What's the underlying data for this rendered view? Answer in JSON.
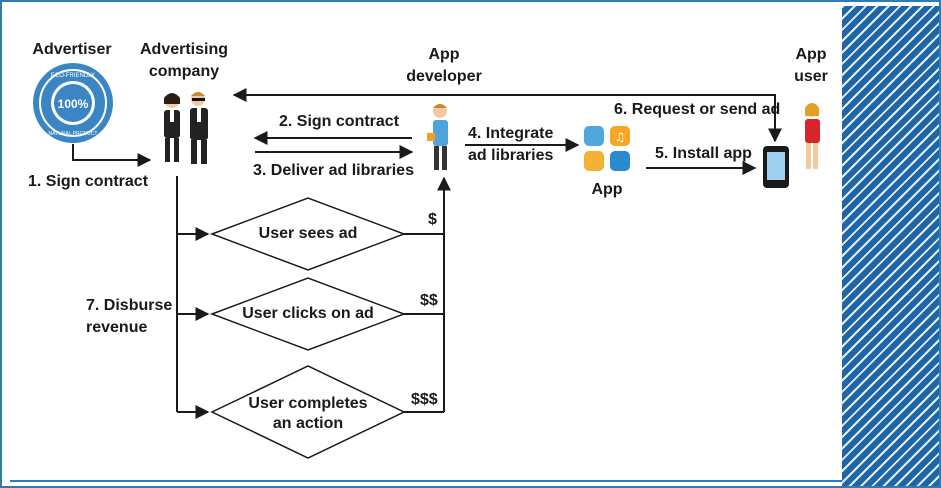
{
  "actors": {
    "advertiser": "Advertiser",
    "ad_company_line1": "Advertising",
    "ad_company_line2": "company",
    "developer_line1": "App",
    "developer_line2": "developer",
    "user_line1": "App",
    "user_line2": "user",
    "app": "App"
  },
  "badge": {
    "arc_top": "ECO-FRIENDLY",
    "center": "100%",
    "arc_bottom": "NATURAL PRODUCT"
  },
  "steps": {
    "s1": "1. Sign contract",
    "s2": "2. Sign contract",
    "s3": "3. Deliver ad libraries",
    "s4_line1": "4. Integrate",
    "s4_line2": "ad libraries",
    "s5": "5. Install app",
    "s6": "6. Request or send ad",
    "s7_line1": "7. Disburse",
    "s7_line2": "revenue"
  },
  "decisions": {
    "d1": "User sees ad",
    "d2": "User clicks on ad",
    "d3_line1": "User completes",
    "d3_line2": "an action"
  },
  "payouts": {
    "p1": "$",
    "p2": "$$",
    "p3": "$$$"
  },
  "colors": {
    "frame": "#2f7cb4",
    "stripe": "#1e66a7",
    "line": "#1a1a1a",
    "badge": "#3a86c4",
    "user_shirt": "#d7262b",
    "developer_shirt": "#4fa3dc"
  }
}
